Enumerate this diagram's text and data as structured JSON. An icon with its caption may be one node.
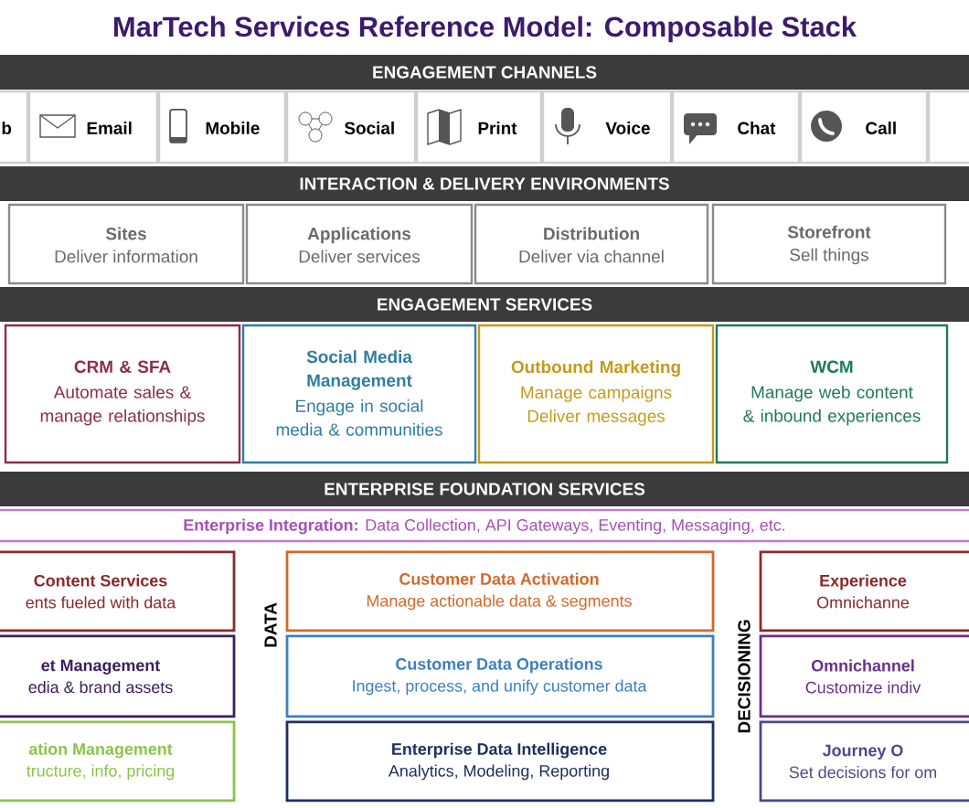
{
  "diagram": {
    "title": "MarTech Services Reference Model: Composable Stack",
    "nodes": [
      {
        "text": [
          "ENGAGEMENT CHANNELS"
        ]
      },
      {
        "text": [
          "b"
        ]
      },
      {
        "text": [
          "Email"
        ]
      },
      {
        "text": [
          "Mobile"
        ]
      },
      {
        "text": [
          "Social"
        ]
      },
      {
        "text": [
          "Print"
        ]
      },
      {
        "text": [
          "Voice"
        ]
      },
      {
        "text": [
          "Chat"
        ]
      },
      {
        "text": [
          "Call"
        ]
      },
      {
        "text": [],
        "shape": "box"
      },
      {
        "text": [
          "INTERACTION & DELIVERY ENVIRONMENTS"
        ]
      },
      {
        "text": [
          "Sites",
          "Deliver information"
        ]
      },
      {
        "text": [
          "Applications",
          "Deliver services"
        ]
      },
      {
        "text": [
          "Distribution",
          "Deliver via channel"
        ]
      },
      {
        "text": [
          "Storefront",
          "Sell things"
        ]
      },
      {
        "text": [
          "ENGAGEMENT SERVICES"
        ]
      },
      {
        "text": [
          "CRM & SFA",
          "Automate sales & manage relationships"
        ]
      },
      {
        "text": [
          "Social Media Management",
          "Engage in social media & communities"
        ]
      },
      {
        "text": [
          "Outbound Marketing",
          "Manage campaigns Deliver messages"
        ]
      },
      {
        "text": [
          "WCM",
          "Manage web content & inbound experiences"
        ]
      },
      {
        "text": [
          "ENTERPRISE FOUNDATION SERVICES"
        ]
      },
      {
        "text": [
          "**Enterprise Integration:** Data Collection, API Gateways, Eventing, Messaging, etc."
        ]
      },
      {
        "text": [
          "Content Services",
          "ents fueled with data"
        ]
      },
      {
        "text": [
          "et Management",
          "edia & brand assets"
        ]
      },
      {
        "text": [
          "ation Management",
          "tructure, info, pricing"
        ]
      },
      {
        "text": [
          "Customer Data Activation",
          "Manage actionable data & segments"
        ]
      },
      {
        "text": [
          "Customer Data Operations",
          "Ingest, process, and unify customer data"
        ]
      },
      {
        "text": [
          "Enterprise Data Intelligence",
          "Analytics, Modeling, Reporting"
        ]
      },
      {
        "text": [
          "Experience",
          "Omnichanne"
        ]
      },
      {
        "text": [
          "Omnichannel",
          "Customize indiv"
        ]
      },
      {
        "text": [
          "Journey O",
          "Set decisions for om"
        ]
      }
    ],
    "labels": [
      "DATA",
      "DECISIONING"
    ]
  }
}
